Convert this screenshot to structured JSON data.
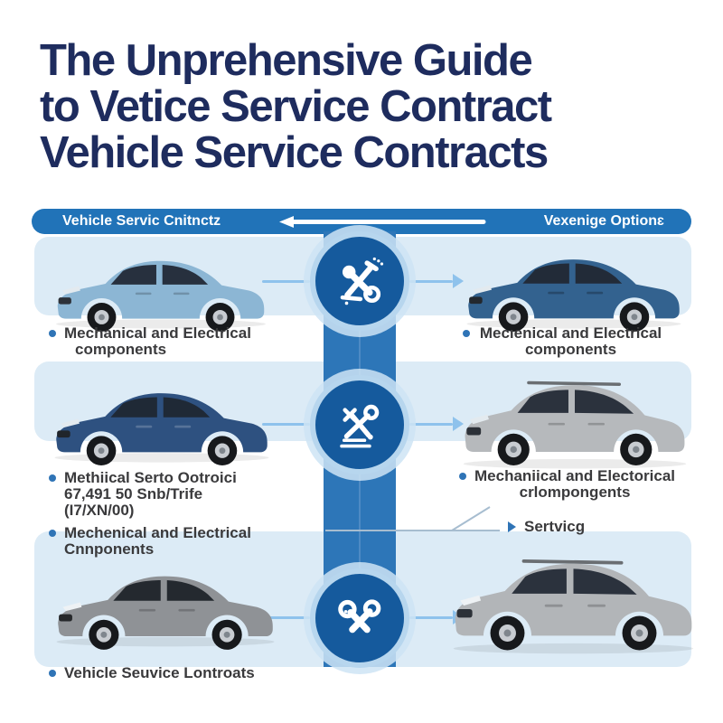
{
  "title": {
    "lines": [
      "The Unprehensive Guide",
      "to Vetice Service Contract",
      "Vehicle Service Contracts"
    ]
  },
  "header": {
    "left_label": "Vehicle Servic Cnitnctz",
    "right_label": "Vexenige Optionɛ",
    "arrow_direction": "left"
  },
  "rows": [
    {
      "icon": "crossed-wrench-key-icon",
      "left_bullets": [
        {
          "lines": [
            "Mechanical and Electrical",
            "components"
          ]
        }
      ],
      "right_bullets": [
        {
          "lines": [
            "Mecıenical and Electrical",
            "components"
          ]
        }
      ]
    },
    {
      "icon": "tools-on-platform-icon",
      "left_bullets": [
        {
          "lines": [
            "Methiical Serto Ootroici",
            "67,491 50 Snb/Trife",
            "(I7/XN/00)"
          ]
        },
        {
          "lines": [
            "Mechenical and Electrical",
            "Cnnponents"
          ]
        }
      ],
      "right_bullets": [
        {
          "lines": [
            "Mechaniical and Electorical",
            "crlompongents"
          ]
        },
        {
          "lines": [
            "Sertvicg"
          ]
        }
      ]
    },
    {
      "icon": "crossed-ring-tools-icon",
      "left_bullets": [
        {
          "lines": [
            "Vehicle Seuvice Lontroats"
          ]
        }
      ],
      "right_bullets": []
    }
  ],
  "cars": {
    "row1_left": {
      "type": "sedan",
      "body": "#8cb6d4",
      "window": "#27303e"
    },
    "row1_right": {
      "type": "sedan",
      "body": "#33628f",
      "window": "#222b38"
    },
    "row2_left": {
      "type": "sedan",
      "body": "#2e5180",
      "window": "#1f2936"
    },
    "row2_right": {
      "type": "suv",
      "body": "#b6b9bc",
      "window": "#2b323d"
    },
    "row3_left": {
      "type": "sedan",
      "body": "#8f9296",
      "window": "#24292f"
    },
    "row3_right": {
      "type": "suv",
      "body": "#b2b5b8",
      "window": "#2b323d"
    }
  },
  "colors": {
    "title_navy": "#1e2c5e",
    "header_blue": "#2173b8",
    "band_blue": "#2d76b8",
    "circle_blue": "#155a9d",
    "circle_ring": "#b7d6ee",
    "stripe_blue": "#dcebf6",
    "connector_blue": "#8ec2ec",
    "bullet_blue": "#2f74b6",
    "text_dark": "#3a3a3c"
  }
}
